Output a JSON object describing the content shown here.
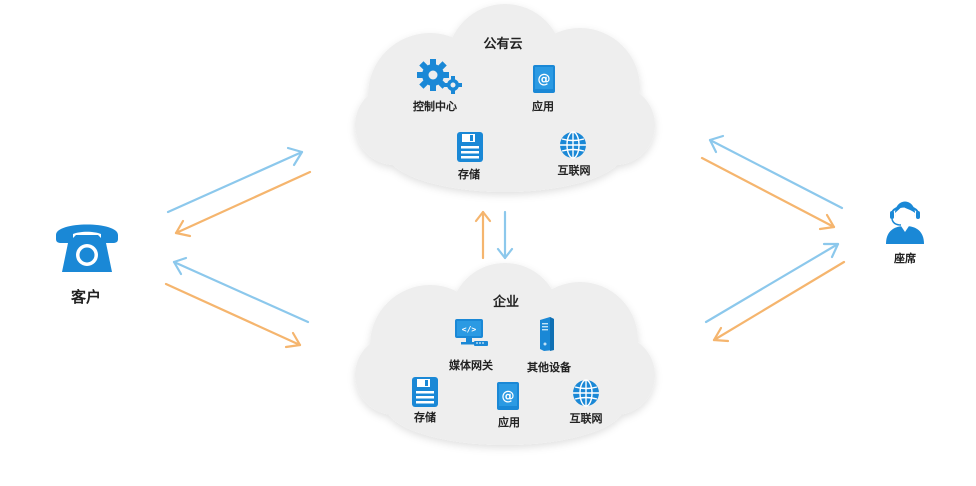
{
  "diagram": {
    "public_cloud": {
      "title": "公有云",
      "items": {
        "control_center": {
          "label": "控制中心",
          "icon": "gears-icon"
        },
        "app": {
          "label": "应用",
          "icon": "at-book-icon"
        },
        "storage": {
          "label": "存储",
          "icon": "floppy-icon"
        },
        "internet": {
          "label": "互联网",
          "icon": "globe-icon"
        }
      }
    },
    "enterprise": {
      "title": "企业",
      "items": {
        "media_gateway": {
          "label": "媒体网关",
          "icon": "monitor-code-icon"
        },
        "other_devices": {
          "label": "其他设备",
          "icon": "server-icon"
        },
        "storage": {
          "label": "存储",
          "icon": "floppy-icon"
        },
        "app": {
          "label": "应用",
          "icon": "at-book-icon"
        },
        "internet": {
          "label": "互联网",
          "icon": "globe-icon"
        }
      }
    },
    "customer": {
      "label": "客户",
      "icon": "telephone-icon"
    },
    "agent": {
      "label": "座席",
      "icon": "agent-headset-icon"
    },
    "colors": {
      "icon_blue": "#1a88d6",
      "arrow_blue": "#8cc8ec",
      "arrow_orange": "#f5b56e",
      "cloud": "#eeeeee"
    }
  }
}
